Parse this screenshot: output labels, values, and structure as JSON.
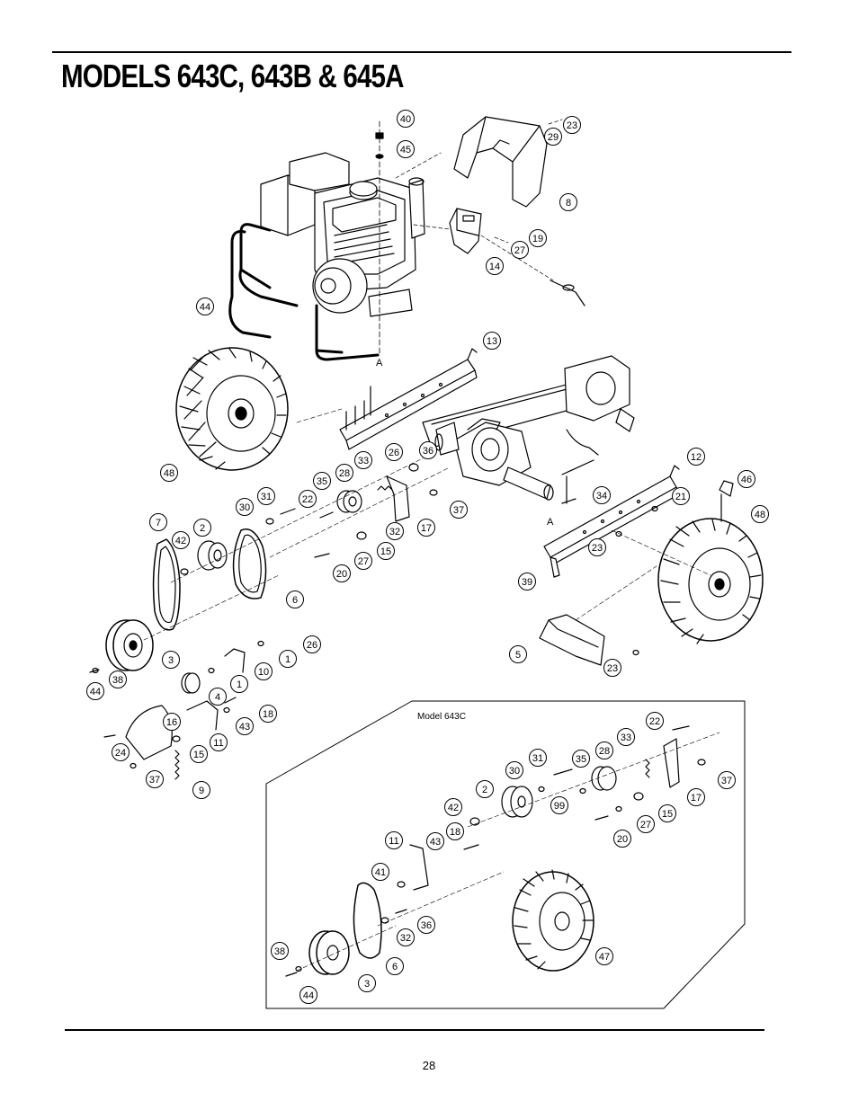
{
  "page": {
    "title": "MODELS 643C, 643B & 645A",
    "page_number": "28",
    "inset_label": "Model 643C",
    "reference_marks": [
      "A",
      "A"
    ]
  },
  "callouts_main": [
    "40",
    "45",
    "23",
    "29",
    "8",
    "19",
    "27",
    "14",
    "44",
    "13",
    "48",
    "26",
    "36",
    "33",
    "28",
    "35",
    "22",
    "31",
    "30",
    "12",
    "46",
    "34",
    "21",
    "48",
    "17",
    "37",
    "32",
    "15",
    "27",
    "20",
    "23",
    "39",
    "7",
    "2",
    "42",
    "6",
    "3",
    "26",
    "1",
    "10",
    "44",
    "38",
    "4",
    "1",
    "18",
    "43",
    "16",
    "11",
    "15",
    "24",
    "37",
    "9",
    "5",
    "23"
  ],
  "callouts_inset": [
    "22",
    "33",
    "28",
    "31",
    "35",
    "30",
    "2",
    "17",
    "37",
    "99",
    "15",
    "42",
    "27",
    "20",
    "18",
    "11",
    "43",
    "41",
    "36",
    "32",
    "47",
    "38",
    "6",
    "44",
    "3"
  ]
}
